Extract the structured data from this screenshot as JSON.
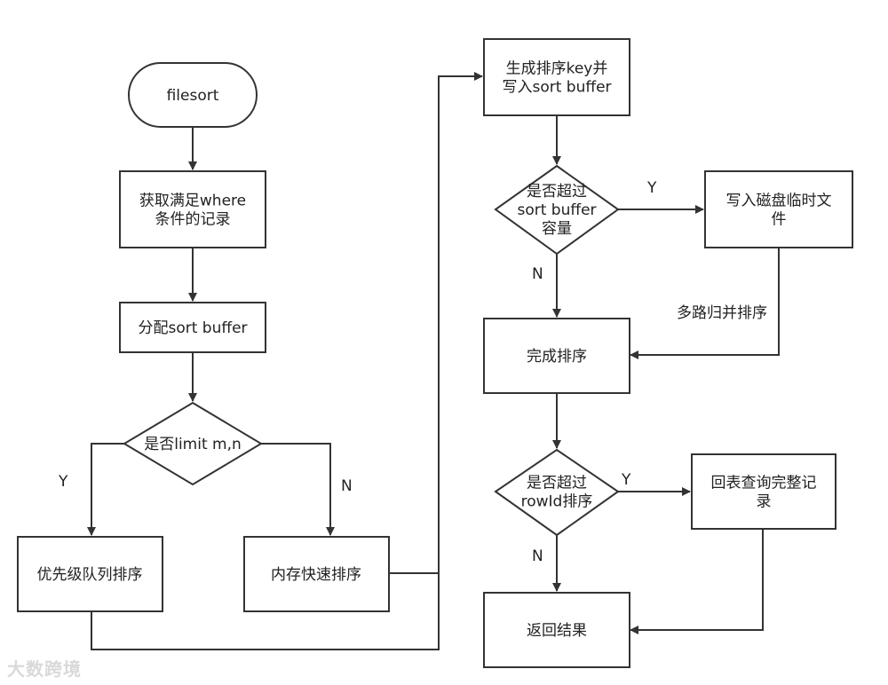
{
  "nodes": {
    "filesort": {
      "lines": [
        "filesort"
      ]
    },
    "fetch_records": {
      "lines": [
        "获取满足where",
        "条件的记录"
      ]
    },
    "alloc_buffer": {
      "lines": [
        "分配sort buffer"
      ]
    },
    "is_limit": {
      "lines": [
        "是否limit m,n"
      ]
    },
    "priority_queue": {
      "lines": [
        "优先级队列排序"
      ]
    },
    "quick_sort": {
      "lines": [
        "内存快速排序"
      ]
    },
    "gen_key": {
      "lines": [
        "生成排序key并",
        "写入sort buffer"
      ]
    },
    "exceed_buffer": {
      "lines": [
        "是否超过",
        "sort buffer",
        "容量"
      ]
    },
    "write_disk": {
      "lines": [
        "写入磁盘临时文",
        "件"
      ]
    },
    "finish_sort": {
      "lines": [
        "完成排序"
      ]
    },
    "exceed_rowid": {
      "lines": [
        "是否超过",
        "rowId排序"
      ]
    },
    "table_lookup": {
      "lines": [
        "回表查询完整记",
        "录"
      ]
    },
    "return_result": {
      "lines": [
        "返回结果"
      ]
    }
  },
  "edge_labels": {
    "limit_yes": "Y",
    "limit_no": "N",
    "buffer_yes": "Y",
    "buffer_no": "N",
    "merge": "多路归并排序",
    "rowid_yes": "Y",
    "rowid_no": "N"
  },
  "watermark": "大数跨境",
  "colors": {
    "stroke": "#333333",
    "fill": "#ffffff",
    "text": "#222222",
    "watermark": "#d9d9d9"
  }
}
